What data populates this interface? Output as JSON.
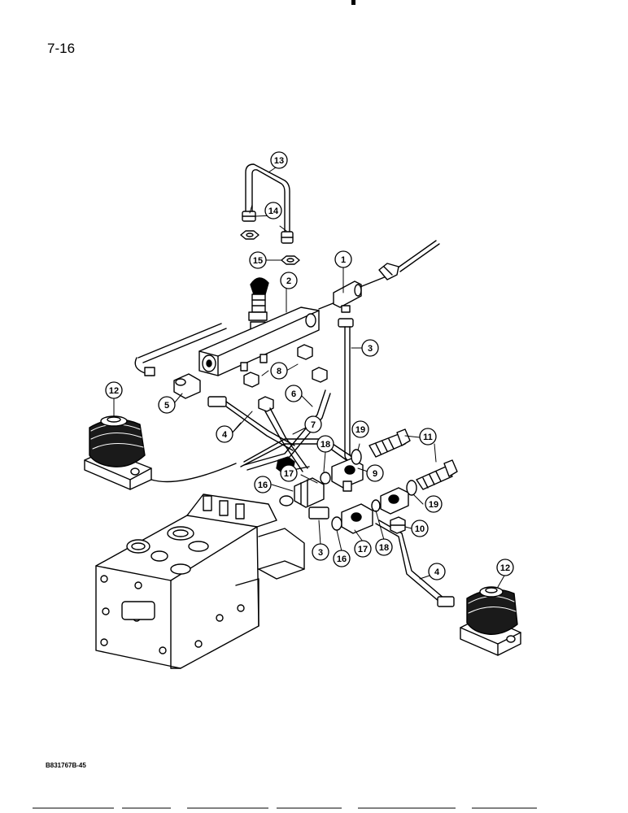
{
  "page": {
    "page_number": "7-16",
    "figure_code": "B831767B-45"
  },
  "callouts": [
    {
      "label": "1"
    },
    {
      "label": "2"
    },
    {
      "label": "3"
    },
    {
      "label": "3"
    },
    {
      "label": "4"
    },
    {
      "label": "4"
    },
    {
      "label": "5"
    },
    {
      "label": "6"
    },
    {
      "label": "7"
    },
    {
      "label": "8"
    },
    {
      "label": "9"
    },
    {
      "label": "10"
    },
    {
      "label": "11"
    },
    {
      "label": "12"
    },
    {
      "label": "12"
    },
    {
      "label": "13"
    },
    {
      "label": "14"
    },
    {
      "label": "15"
    },
    {
      "label": "16"
    },
    {
      "label": "16"
    },
    {
      "label": "17"
    },
    {
      "label": "17"
    },
    {
      "label": "18"
    },
    {
      "label": "18"
    },
    {
      "label": "19"
    },
    {
      "label": "19"
    }
  ],
  "colors": {
    "ink": "#000000",
    "paper": "#ffffff",
    "shade": "#1a1a1a"
  }
}
